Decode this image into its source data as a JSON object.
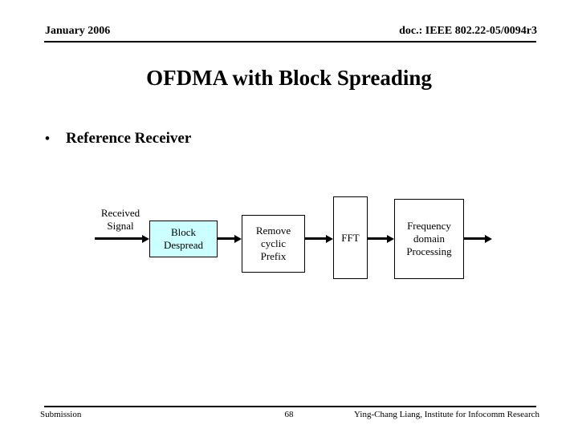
{
  "header": {
    "date": "January 2006",
    "doc": "doc.: IEEE 802.22-05/0094r3"
  },
  "title": "OFDMA with Block Spreading",
  "bullets": [
    {
      "marker": "•",
      "text": "Reference Receiver"
    }
  ],
  "diagram": {
    "name": "reference-receiver-block-diagram",
    "input_label": "Received\nSignal",
    "blocks": [
      {
        "id": "block-despread",
        "label": "Block\nDespread",
        "fill": "#ccffff"
      },
      {
        "id": "remove-cyclic-prefix",
        "label": "Remove\ncyclic\nPrefix",
        "fill": "#ffffff"
      },
      {
        "id": "fft",
        "label": "FFT",
        "fill": "#ffffff"
      },
      {
        "id": "frequency-domain-processing",
        "label": "Frequency\ndomain\nProcessing",
        "fill": "#ffffff"
      }
    ]
  },
  "footer": {
    "left": "Submission",
    "page": "68",
    "right": "Ying-Chang Liang, Institute for Infocomm Research"
  }
}
